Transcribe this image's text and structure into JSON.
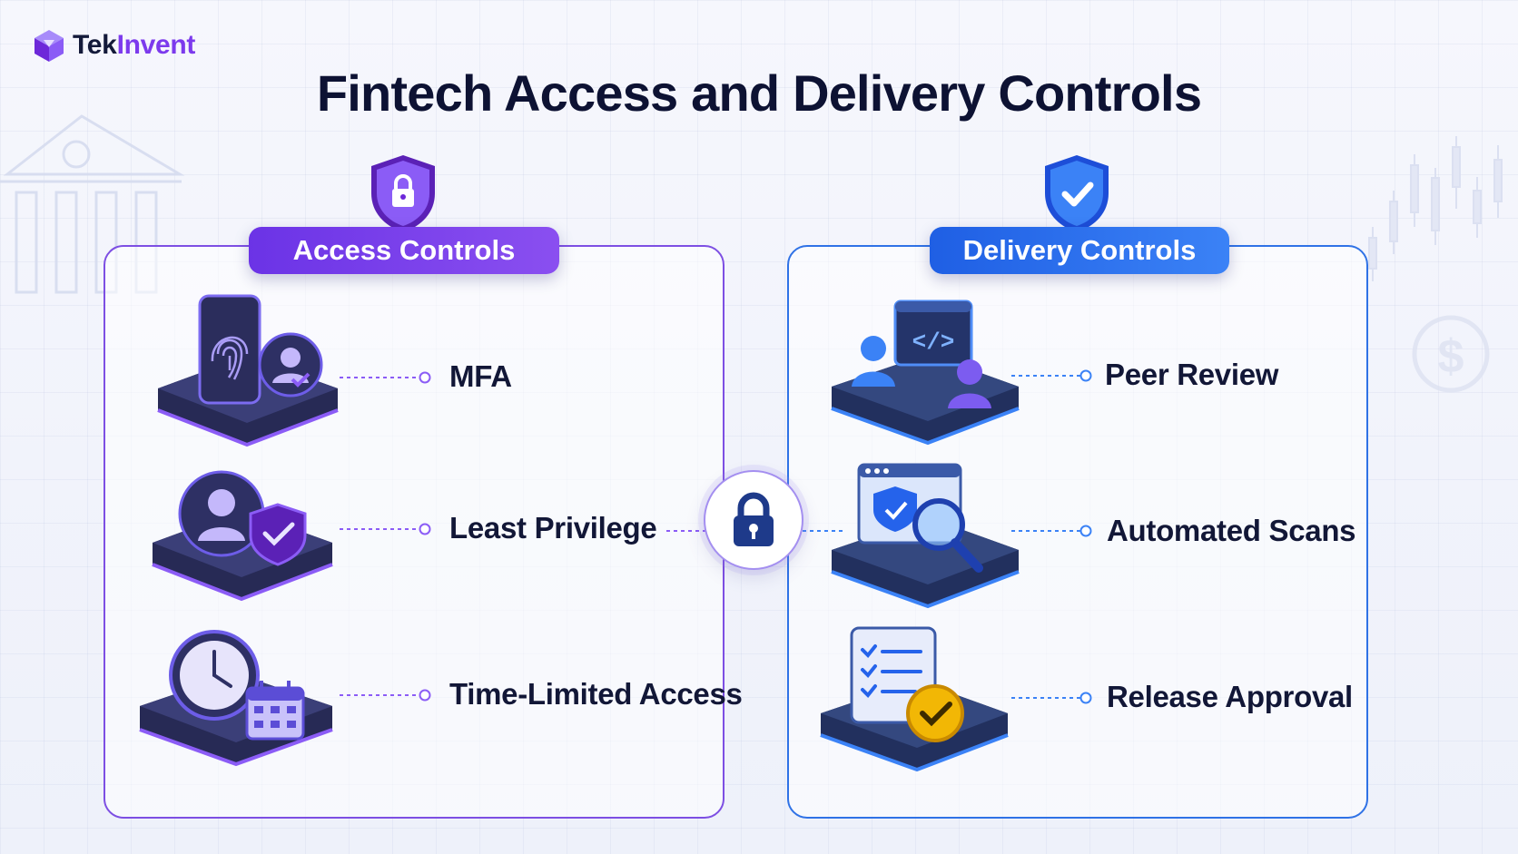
{
  "brand": {
    "name_part1": "Tek",
    "name_part2": "Invent",
    "logo_icon": "cube-logo-icon"
  },
  "title": "Fintech Access and Delivery Controls",
  "colors": {
    "access": "#6b33e6",
    "delivery": "#1f5fe4",
    "title": "#0d1233"
  },
  "access": {
    "header": "Access Controls",
    "header_icon": "lock-shield-icon",
    "items": [
      {
        "label": "MFA",
        "icon": "fingerprint-phone-user-icon"
      },
      {
        "label": "Least Privilege",
        "icon": "user-shield-icon"
      },
      {
        "label": "Time-Limited Access",
        "icon": "clock-calendar-icon"
      }
    ]
  },
  "delivery": {
    "header": "Delivery Controls",
    "header_icon": "check-shield-icon",
    "items": [
      {
        "label": "Peer Review",
        "icon": "code-review-users-icon"
      },
      {
        "label": "Automated Scans",
        "icon": "browser-magnifier-shield-icon"
      },
      {
        "label": "Release Approval",
        "icon": "checklist-badge-icon"
      }
    ]
  },
  "center": {
    "icon": "padlock-icon"
  }
}
